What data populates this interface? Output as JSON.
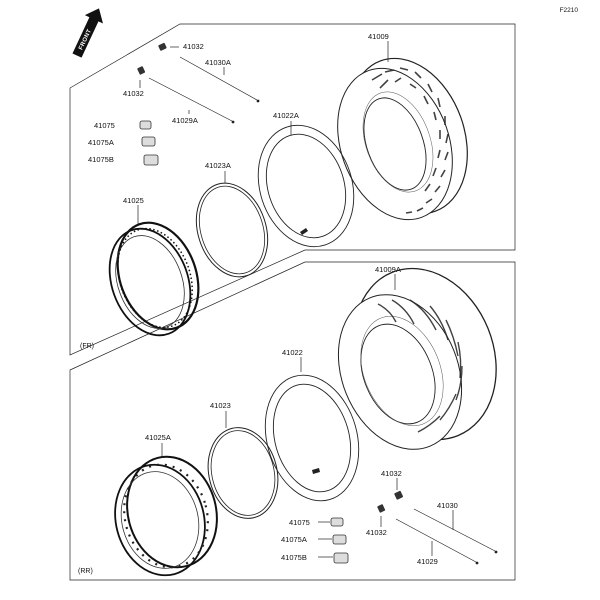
{
  "figure_code": "F2210",
  "front_badge": "FRONT",
  "sections": {
    "front": "(FR)",
    "rear": "(RR)"
  },
  "labels": {
    "tire_front": "41009",
    "tire_rear": "41009A",
    "tube_front": "41022A",
    "tube_rear": "41022",
    "band_front": "41023A",
    "band_rear": "41023",
    "rim_front": "41025",
    "rim_rear": "41025A",
    "spoke_a_front": "41030A",
    "spoke_b_front": "41029A",
    "nipple_front_1": "41032",
    "nipple_front_2": "41032",
    "weight_front_1": "41075",
    "weight_front_2": "41075A",
    "weight_front_3": "41075B",
    "spoke_a_rear": "41030",
    "spoke_b_rear": "41029",
    "nipple_rear_1": "41032",
    "nipple_rear_2": "41032",
    "weight_rear_1": "41075",
    "weight_rear_2": "41075A",
    "weight_rear_3": "41075B"
  }
}
